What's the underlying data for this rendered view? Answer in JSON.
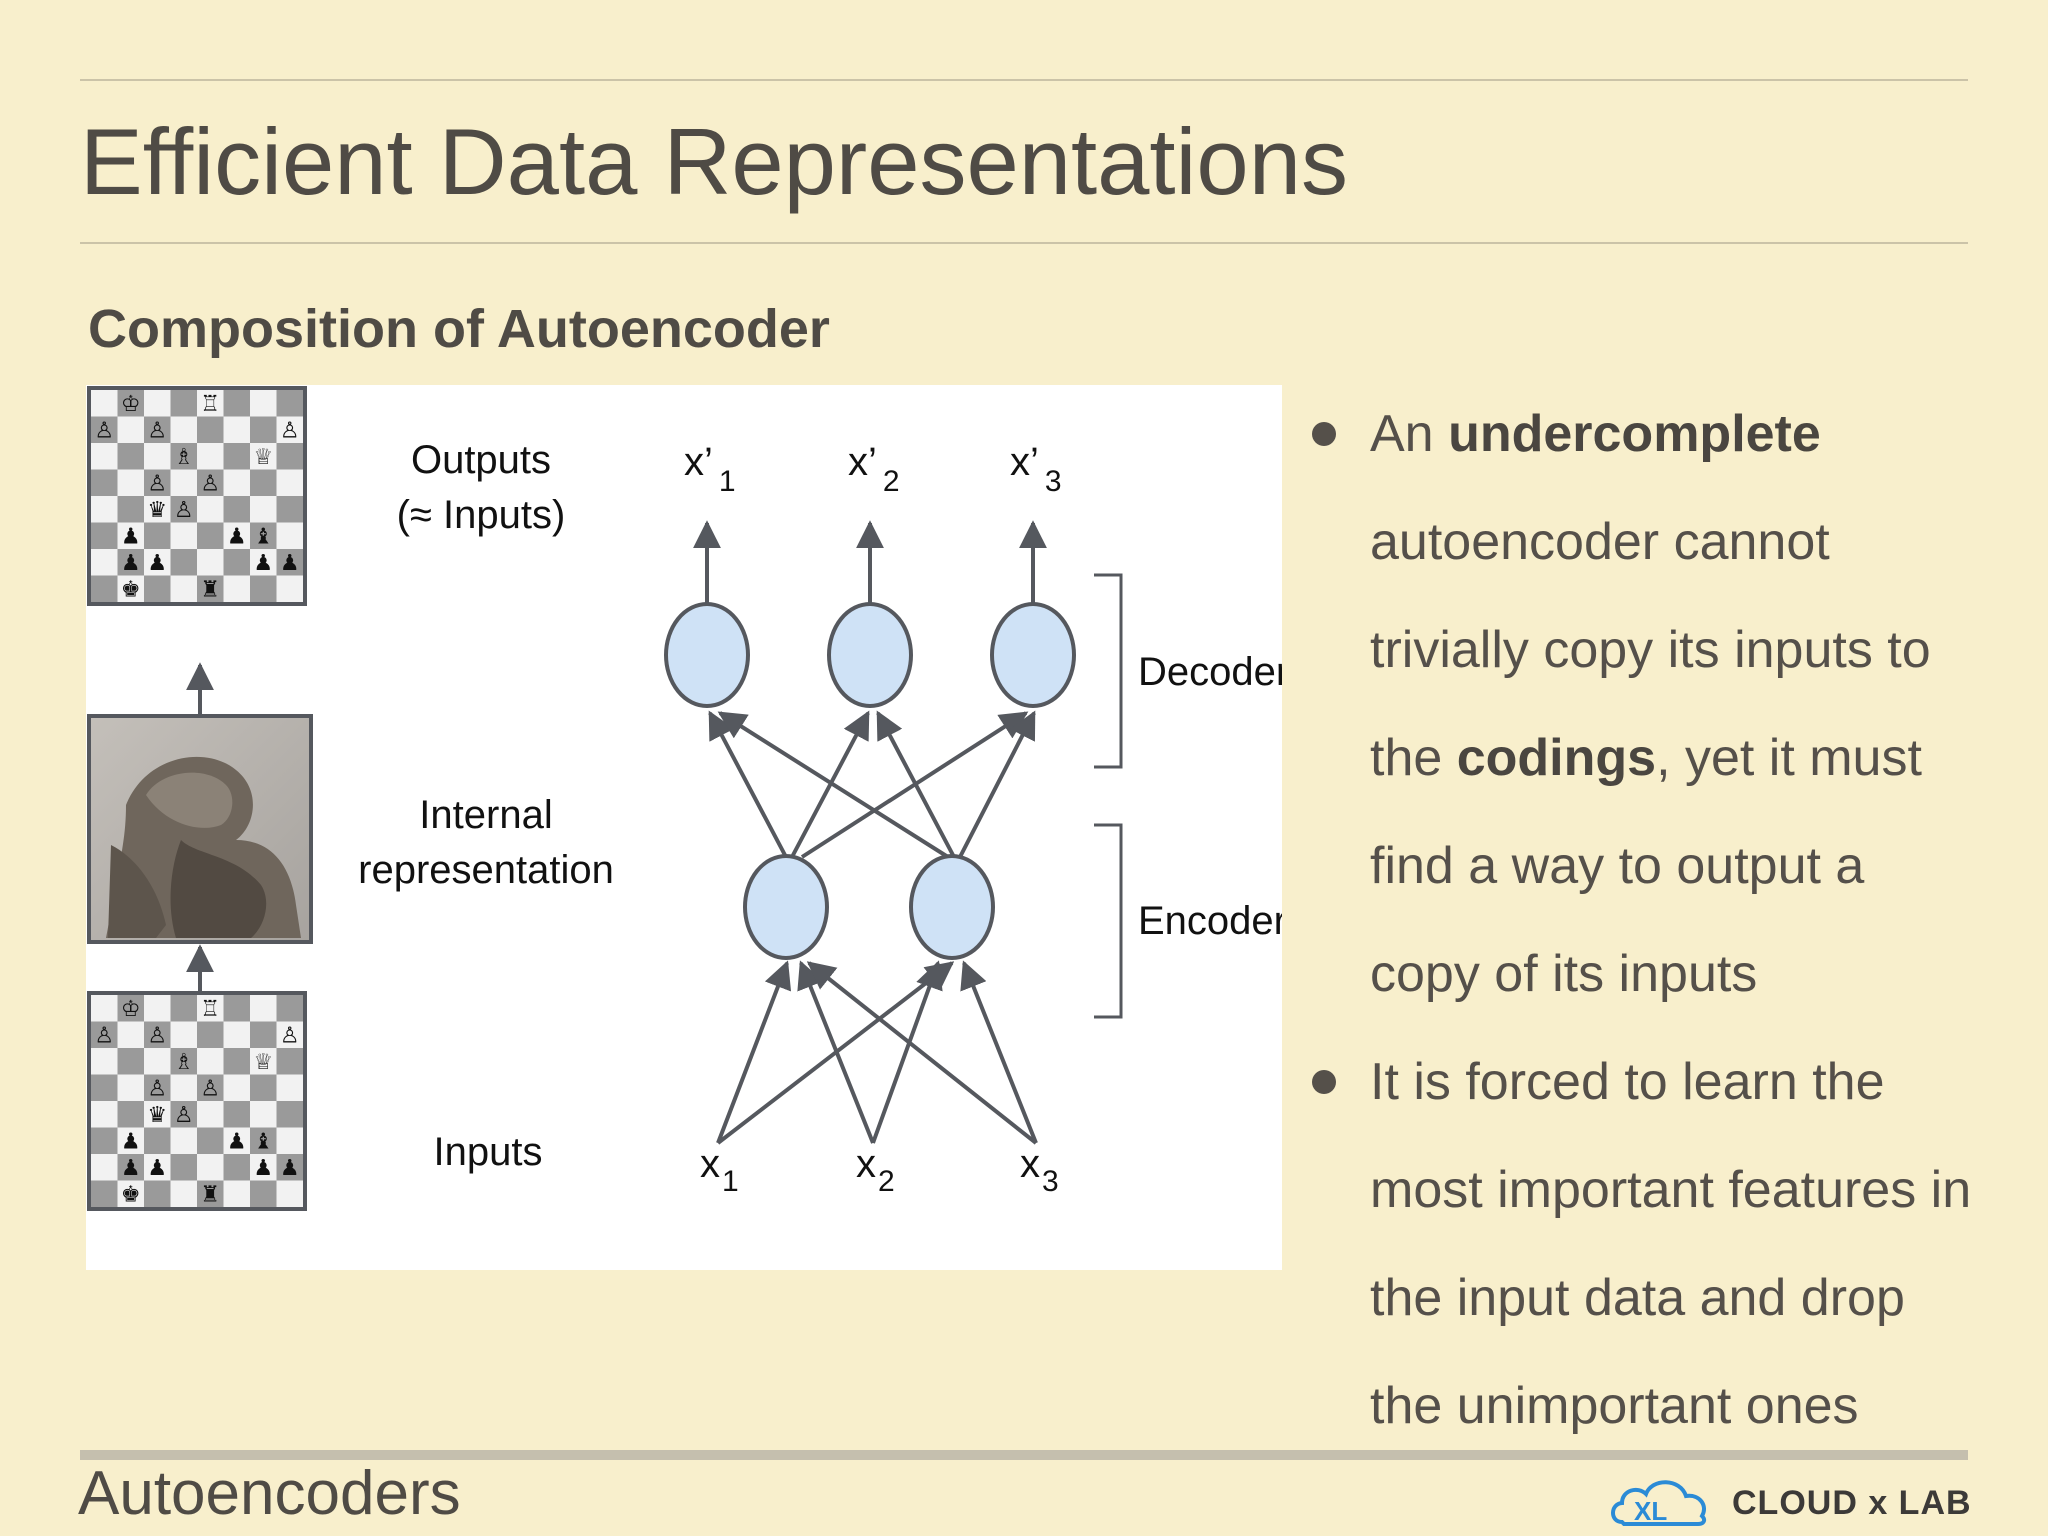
{
  "slide": {
    "title": "Efficient Data Representations",
    "subtitle": "Composition of Autoencoder",
    "footer": "Autoencoders"
  },
  "diagram": {
    "labels": {
      "outputs_line1": "Outputs",
      "outputs_line2": "(≈ Inputs)",
      "internal_line1": "Internal",
      "internal_line2": "representation",
      "inputs": "Inputs",
      "decoder": "Decoder",
      "encoder": "Encoder"
    },
    "output_nodes": [
      {
        "base": "x’",
        "sub": "1"
      },
      {
        "base": "x’",
        "sub": "2"
      },
      {
        "base": "x’",
        "sub": "3"
      }
    ],
    "input_nodes": [
      {
        "base": "x",
        "sub": "1"
      },
      {
        "base": "x",
        "sub": "2"
      },
      {
        "base": "x",
        "sub": "3"
      }
    ],
    "node_color": "#cfe2f6",
    "stroke_color": "#55585e"
  },
  "bullets": [
    {
      "lines": [
        [
          {
            "t": "An "
          },
          {
            "t": "undercomplete",
            "b": true
          }
        ],
        [
          {
            "t": "autoencoder cannot"
          }
        ],
        [
          {
            "t": "trivially copy its inputs to"
          }
        ],
        [
          {
            "t": "the "
          },
          {
            "t": "codings",
            "b": true
          },
          {
            "t": ", yet it must"
          }
        ],
        [
          {
            "t": "find a way to output a"
          }
        ],
        [
          {
            "t": "copy of its inputs"
          }
        ]
      ]
    },
    {
      "lines": [
        [
          {
            "t": "It is forced to learn the"
          }
        ],
        [
          {
            "t": "most important features in"
          }
        ],
        [
          {
            "t": "the input data and drop"
          }
        ],
        [
          {
            "t": "the unimportant ones"
          }
        ]
      ]
    }
  ],
  "brand": {
    "logo_text": "XL",
    "name": "CLOUD x LAB",
    "logo_icon": "cloud-icon"
  },
  "chess_board": {
    "light_square": "#f2f2f2",
    "dark_square": "#9a9a9a",
    "pieces": [
      {
        "r": 0,
        "c": 1,
        "p": "♔"
      },
      {
        "r": 0,
        "c": 4,
        "p": "♖"
      },
      {
        "r": 1,
        "c": 0,
        "p": "♙"
      },
      {
        "r": 1,
        "c": 2,
        "p": "♙"
      },
      {
        "r": 1,
        "c": 7,
        "p": "♙"
      },
      {
        "r": 2,
        "c": 3,
        "p": "♗"
      },
      {
        "r": 2,
        "c": 6,
        "p": "♕"
      },
      {
        "r": 3,
        "c": 2,
        "p": "♙"
      },
      {
        "r": 3,
        "c": 4,
        "p": "♙"
      },
      {
        "r": 4,
        "c": 2,
        "p": "♛"
      },
      {
        "r": 4,
        "c": 3,
        "p": "♙"
      },
      {
        "r": 5,
        "c": 1,
        "p": "♟"
      },
      {
        "r": 5,
        "c": 5,
        "p": "♟"
      },
      {
        "r": 5,
        "c": 6,
        "p": "♝"
      },
      {
        "r": 6,
        "c": 1,
        "p": "♟"
      },
      {
        "r": 6,
        "c": 2,
        "p": "♟"
      },
      {
        "r": 6,
        "c": 6,
        "p": "♟"
      },
      {
        "r": 6,
        "c": 7,
        "p": "♟"
      },
      {
        "r": 7,
        "c": 1,
        "p": "♚"
      },
      {
        "r": 7,
        "c": 4,
        "p": "♜"
      }
    ]
  }
}
